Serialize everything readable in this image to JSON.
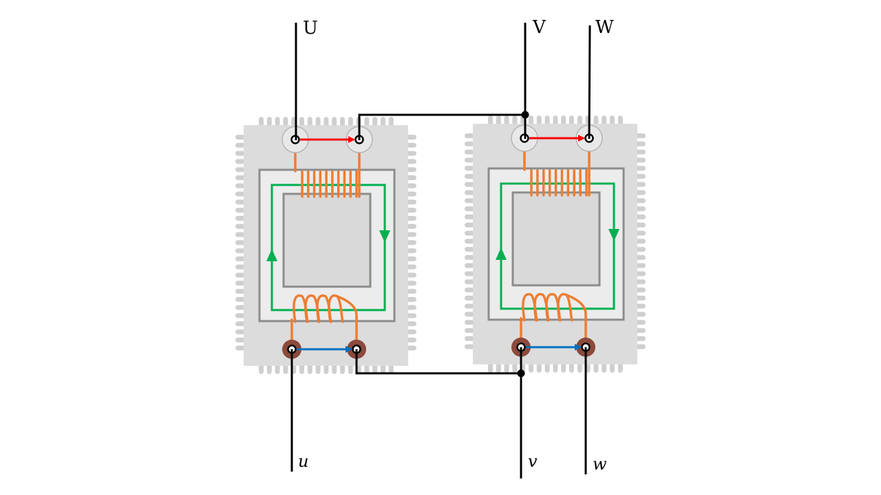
{
  "labels": {
    "primary_u": "U",
    "primary_v": "V",
    "primary_w": "W",
    "secondary_u": "u",
    "secondary_v": "v",
    "secondary_w": "w"
  },
  "colors": {
    "background": "#ffffff",
    "casing": "#dcdcdc",
    "fin": "#cfcfcf",
    "core": "#8c8c8c",
    "window": "#d9d9d9",
    "coil": "#ee7d31",
    "flux": "#00b050",
    "primary_arrow": "#ff0000",
    "secondary_arrow": "#0070c0",
    "wire": "#000000",
    "hv_bushing": "#e8e8e8",
    "lv_bushing": "#8b4a3c"
  },
  "transformers": [
    {
      "name": "transformer-left",
      "primary_turns": 10,
      "secondary_turns": 4
    },
    {
      "name": "transformer-right",
      "primary_turns": 10,
      "secondary_turns": 4
    }
  ]
}
